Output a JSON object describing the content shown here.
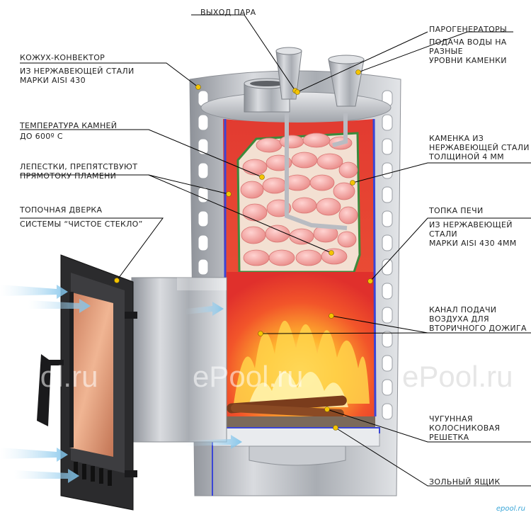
{
  "labels": {
    "steam_outlet": "ВЫХОД ПАРА",
    "steam_generators": "ПАРОГЕНЕРАТОРЫ",
    "water_supply": [
      "ПОДАЧА ВОДЫ НА",
      "РАЗНЫЕ",
      "УРОВНИ КАМЕНКИ"
    ],
    "casing_title": "КОЖУХ-КОНВЕКТОР",
    "casing_desc": [
      "ИЗ НЕРЖАВЕЮЩЕЙ СТАЛИ",
      "МАРКИ AISI 430"
    ],
    "stone_temp": [
      "ТЕМПЕРАТУРА КАМНЕЙ",
      "ДО 600º С"
    ],
    "stove_box": [
      "КАМЕНКА ИЗ",
      "НЕРЖАВЕЮЩЕЙ СТАЛИ",
      "ТОЛЩИНОЙ 4 ММ"
    ],
    "petals": [
      "ЛЕПЕСТКИ, ПРЕПЯТСТВУЮТ",
      "ПРЯМОТОКУ ПЛАМЕНИ"
    ],
    "door_title": "ТОПОЧНАЯ ДВЕРКА",
    "door_desc": "СИСТЕМЫ “ЧИСТОЕ СТЕКЛО”",
    "firebox_title": "ТОПКА ПЕЧИ",
    "firebox_desc": [
      "ИЗ НЕРЖАВЕЮЩЕЙ",
      "СТАЛИ",
      "МАРКИ AISI 430 4ММ"
    ],
    "air_channel": [
      "КАНАЛ ПОДАЧИ",
      "ВОЗДУХА ДЛЯ",
      "ВТОРИЧНОГО ДОЖИГА"
    ],
    "grate": [
      "ЧУГУННАЯ",
      "КОЛОСНИКОВАЯ",
      "РЕШЕТКА"
    ],
    "ash_box": "ЗОЛЬНЫЙ ЯЩИК"
  },
  "watermarks": [
    "ePool.ru",
    "ePool.ru",
    "ePool.ru"
  ],
  "brand": "epool.ru",
  "colors": {
    "steel": "#b9bcc2",
    "fire": "#e8332a",
    "blue_outline": "#3a46d6",
    "green_outline": "#3c8a3c",
    "leader": "#000000",
    "dot": "#f4c400"
  }
}
